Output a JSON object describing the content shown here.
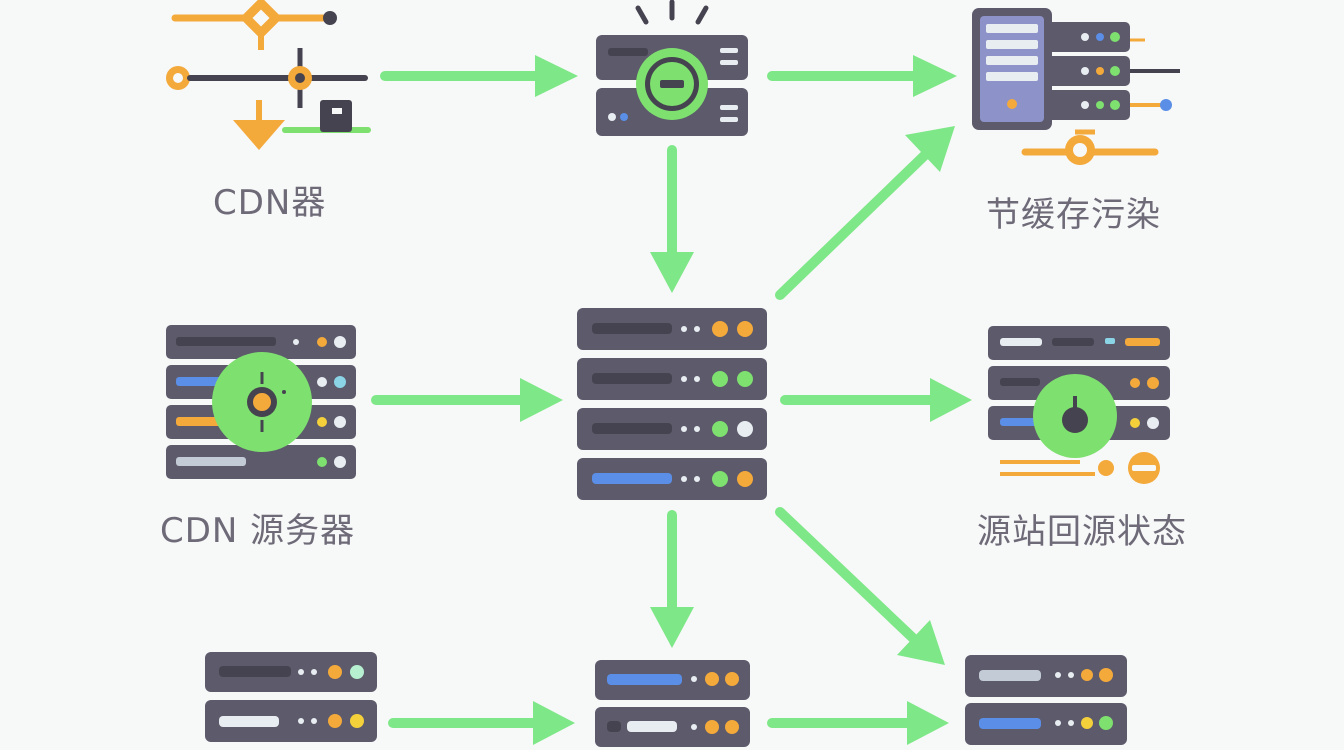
{
  "labels": {
    "cdn_top": "CDN器",
    "cdn_mid": "CDN 源务器",
    "cache_poisoning": "节缓存污染",
    "origin_status": "源站回源状态"
  },
  "colors": {
    "background": "#f7f8f8",
    "arrow": "#7ee787",
    "server_body": "#5c5a6b",
    "slot_dark": "#45434f",
    "orange": "#f4a93b",
    "green": "#7ee06f",
    "blue": "#5b8ee6",
    "white_dot": "#e8edf2",
    "label_text": "#6e6a78",
    "monitor_frame": "#5c5a6b",
    "monitor_screen": "#8d92c9"
  },
  "icons": [
    "routing-network-icon",
    "server-node-icon",
    "server-rack-icon",
    "monitor-server-icon",
    "server-block-icon",
    "status-badge-icon"
  ]
}
